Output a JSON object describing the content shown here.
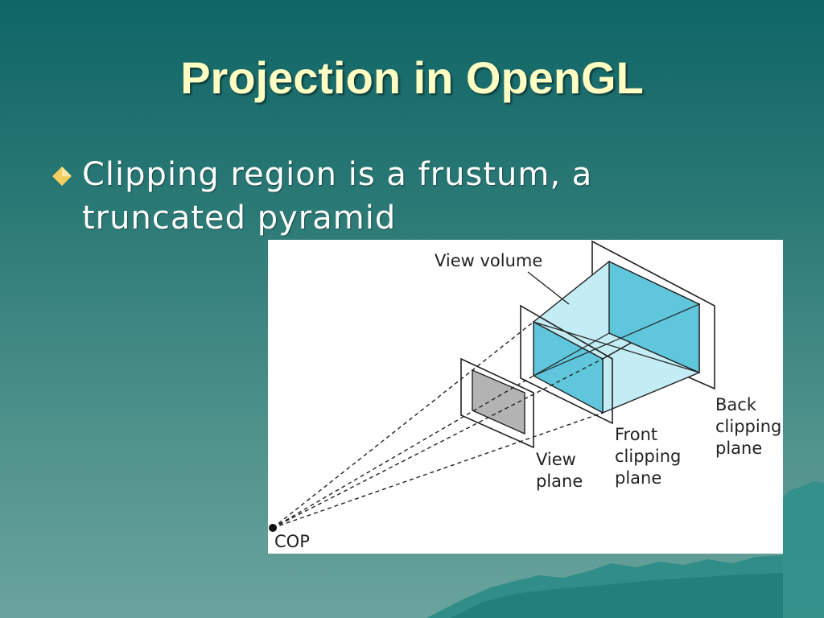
{
  "slide": {
    "title": "Projection in OpenGL",
    "bullets": [
      {
        "icon": "diamond-bullet-icon",
        "text": "Clipping region is a frustum, a truncated pyramid"
      }
    ]
  },
  "diagram": {
    "labels": {
      "view_volume": "View volume",
      "back_clipping_plane": [
        "Back",
        "clipping",
        "plane"
      ],
      "front_clipping_plane": [
        "Front",
        "clipping",
        "plane"
      ],
      "view_plane": [
        "View",
        "plane"
      ],
      "cop": "COP"
    }
  },
  "colors": {
    "title": "#ffffc4",
    "bullet": "#f2cd60",
    "frustum_face": "#5fc6dc",
    "frustum_light": "#c4ecf4",
    "view_plane_fill": "#b3b3b3"
  }
}
